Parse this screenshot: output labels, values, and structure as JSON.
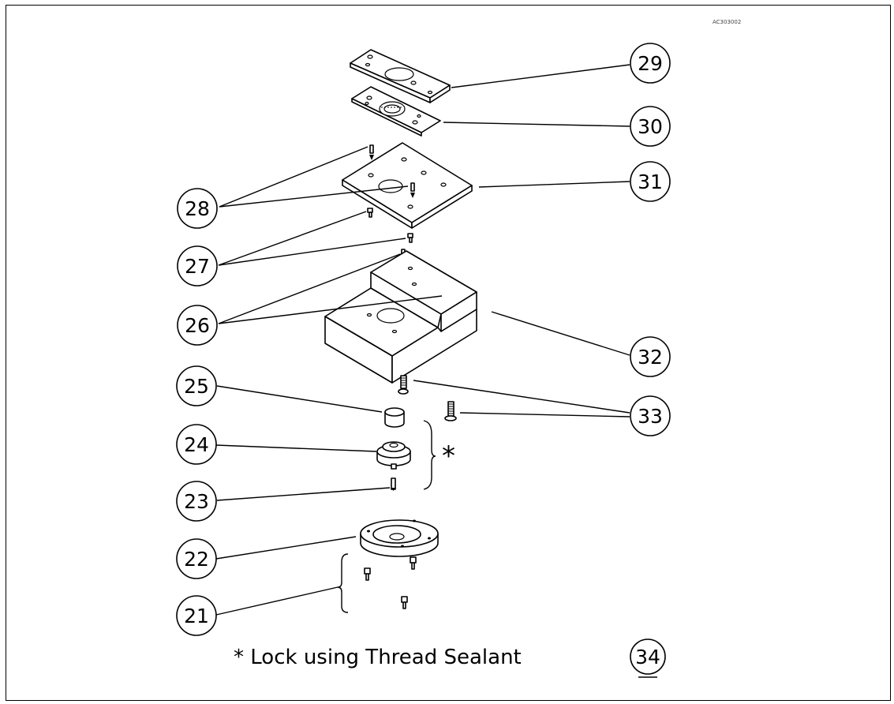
{
  "drawing_code": "AC303002",
  "callouts": {
    "c21": "21",
    "c22": "22",
    "c23": "23",
    "c24": "24",
    "c25": "25",
    "c26": "26",
    "c27": "27",
    "c28": "28",
    "c29": "29",
    "c30": "30",
    "c31": "31",
    "c32": "32",
    "c33": "33",
    "c34": "34"
  },
  "note": {
    "symbol": "*",
    "text": "* Lock using Thread Sealant"
  }
}
